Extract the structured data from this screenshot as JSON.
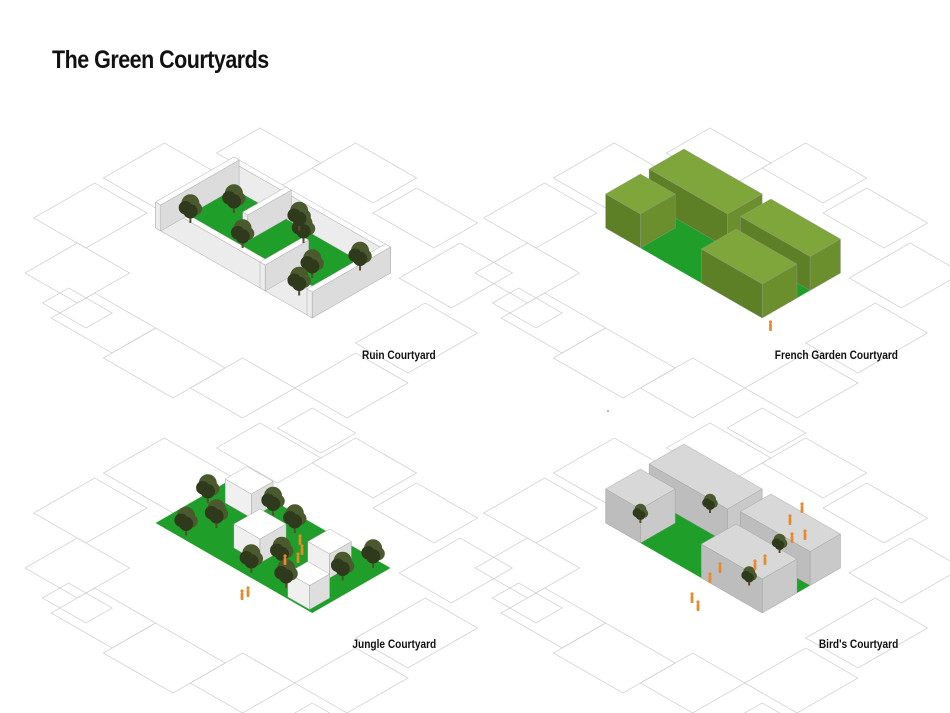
{
  "page": {
    "title": "The Green Courtyards"
  },
  "colors": {
    "lawn": "#1f9e2a",
    "lawn_dark": "#167a20",
    "hedge": "#7ea63a",
    "hedge_dark": "#5d7f26",
    "tree": "#4b5a2e",
    "tree_dark": "#2f3a1c",
    "white_building": "#f2f2f2",
    "stone_building": "#cfcfcf",
    "people": "#e88a2a",
    "outline": "#c8c8c8"
  },
  "panels": [
    {
      "id": "ruin",
      "caption": "Ruin Courtyard",
      "style": "ruin"
    },
    {
      "id": "french",
      "caption": "French Garden Courtyard",
      "style": "french"
    },
    {
      "id": "jungle",
      "caption": "Jungle Courtyard",
      "style": "jungle"
    },
    {
      "id": "bird",
      "caption": "Bird's Courtyard",
      "style": "bird"
    }
  ]
}
